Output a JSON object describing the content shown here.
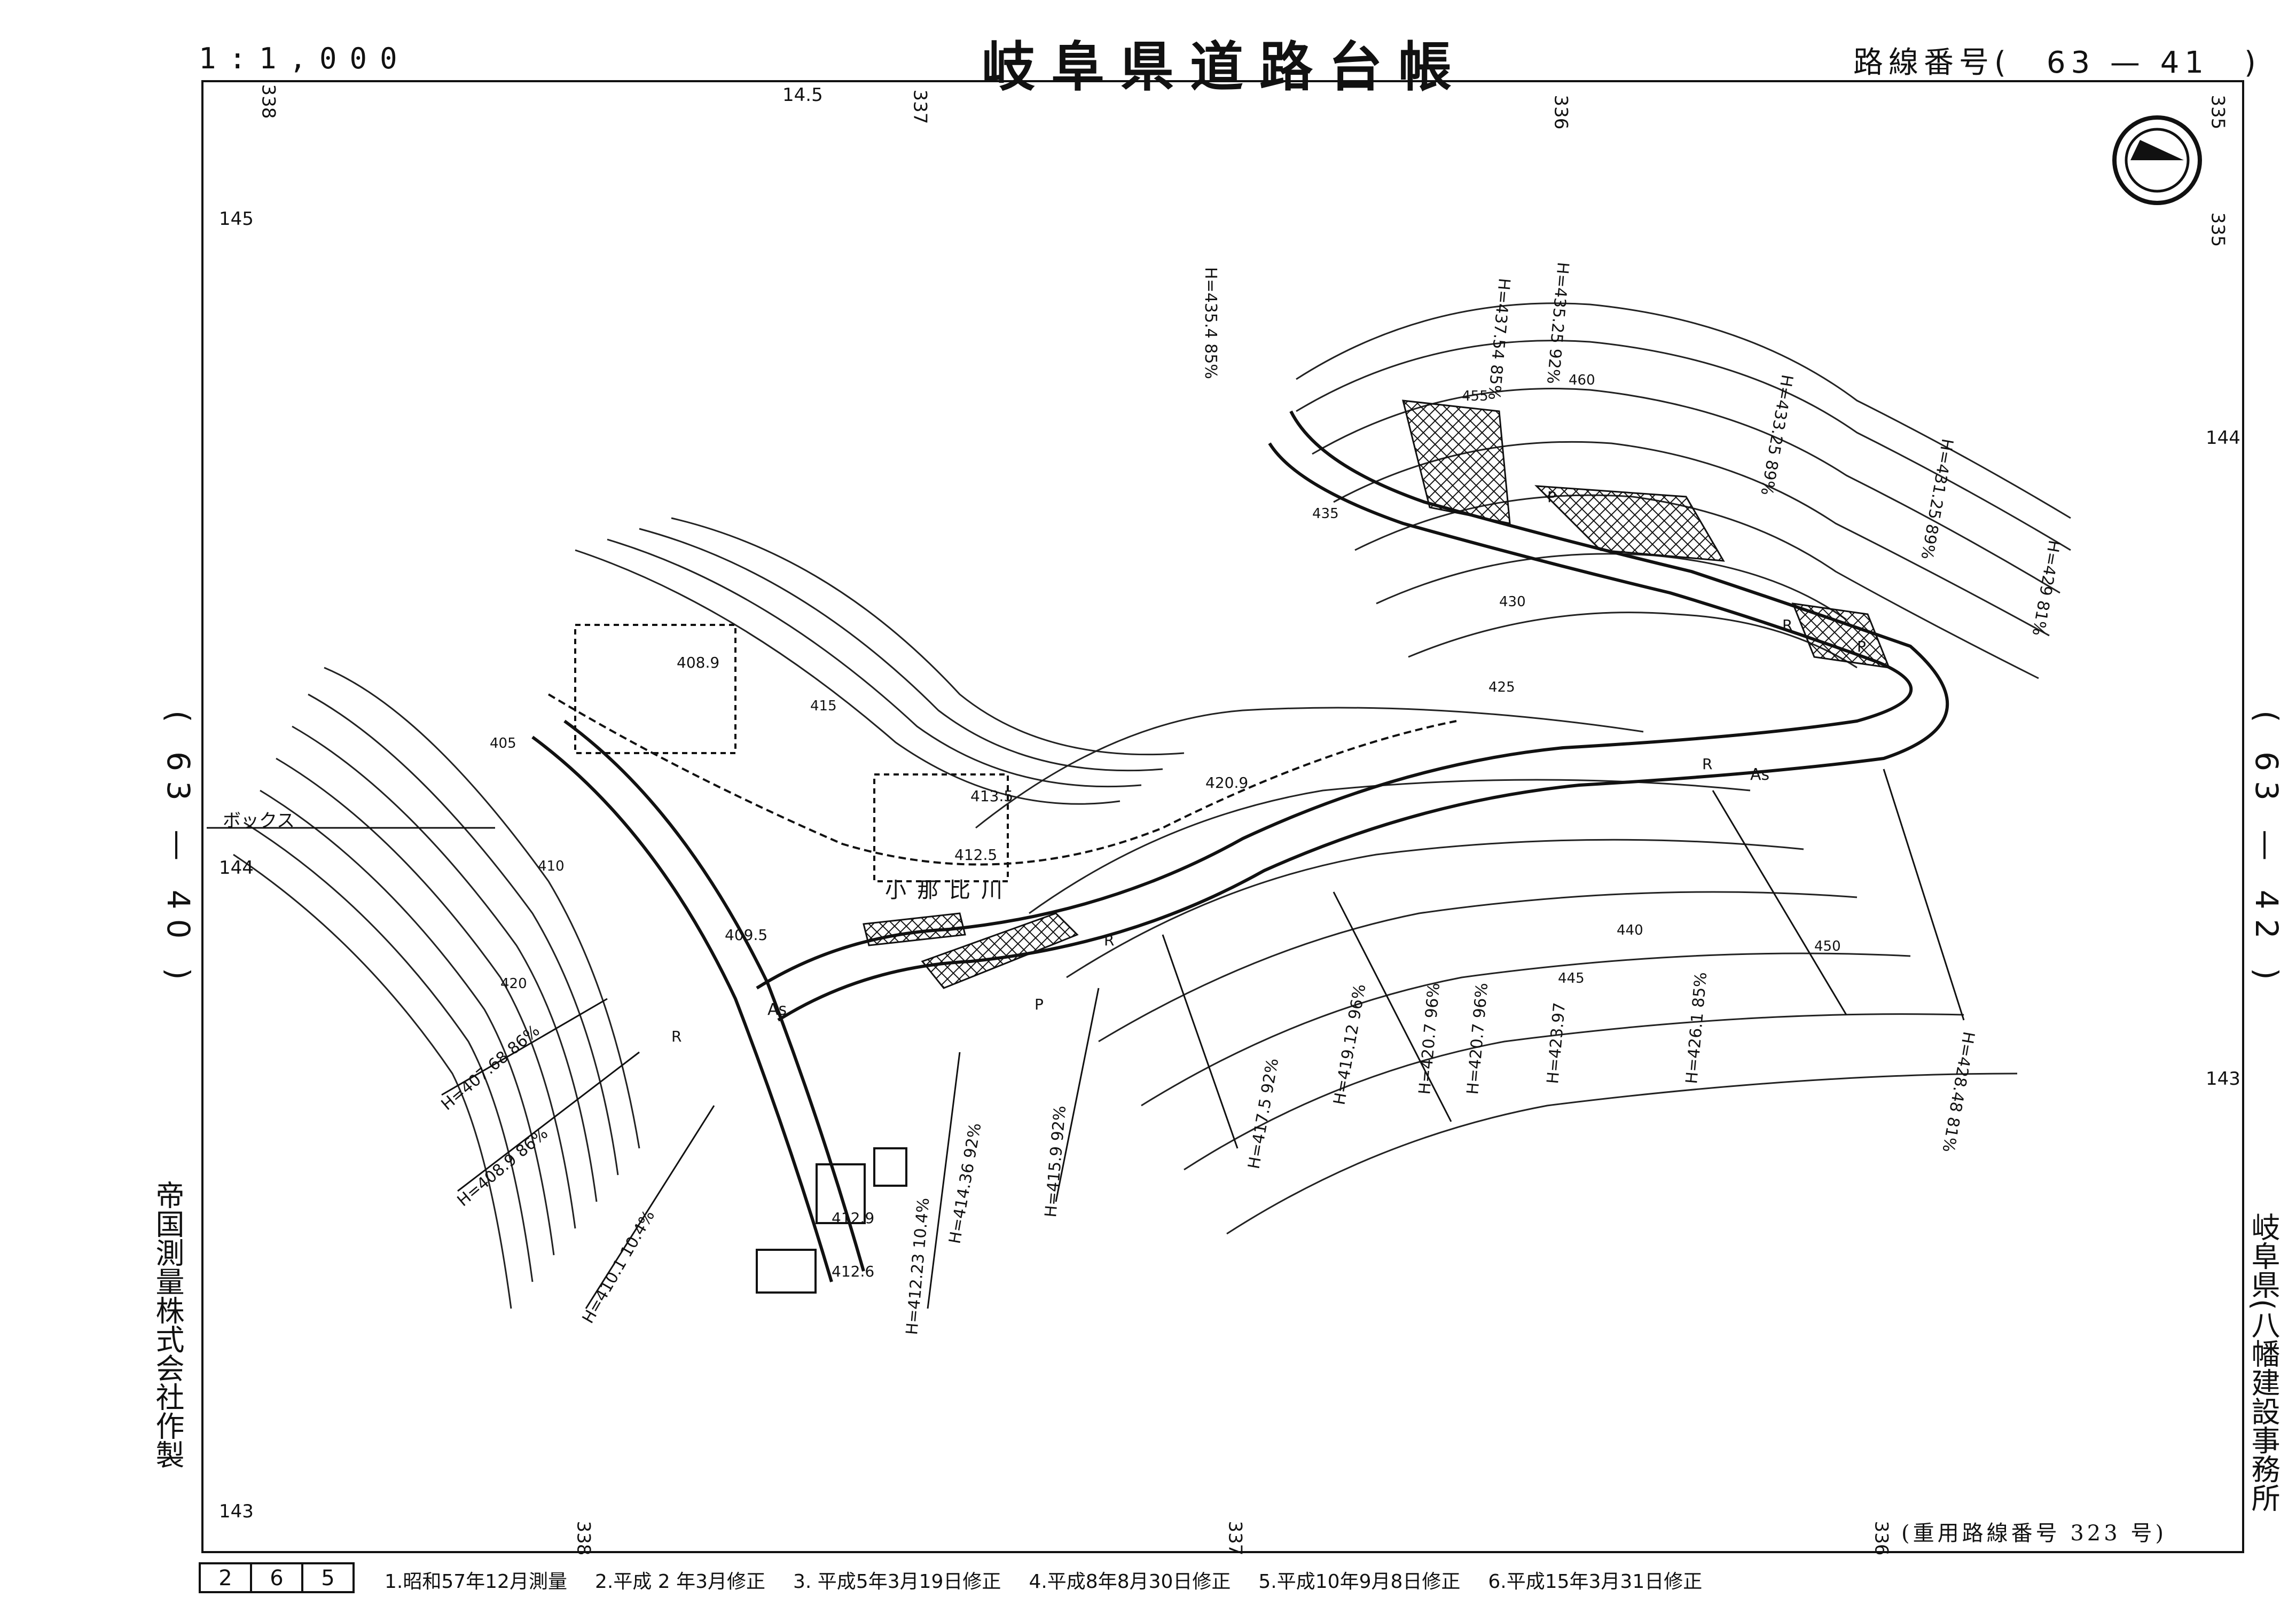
{
  "header": {
    "scale": "1:1,000",
    "title": "岐阜県道路台帳",
    "route_number": "路線番号(　63 — 41　)"
  },
  "adjacent_sheets": {
    "left": "( 63 — 40 )",
    "right": "( 63 — 42 )"
  },
  "side_text": {
    "maker": "帝国測量株式会社作製",
    "office": "岐阜県(八幡建設事務所"
  },
  "footer": {
    "heavy_route": "(重用路線番号 323 号)",
    "sheet_cells": [
      "2",
      "6",
      "5"
    ],
    "revisions": [
      "1.昭和57年12月測量",
      "2.平成 2 年3月修正",
      "3. 平成5年3月19日修正",
      "4.平成8年8月30日修正",
      "5.平成10年9月8日修正",
      "6.平成15年3月31日修正"
    ]
  },
  "grid_ticks": {
    "top": [
      "338",
      "14.5",
      "337",
      "336",
      "335"
    ],
    "bottom": [
      "338",
      "337",
      "336"
    ],
    "left": [
      "145",
      "144",
      "143"
    ],
    "right": [
      "335",
      "144",
      "143"
    ]
  },
  "map": {
    "river_label": "小那比川",
    "box_label": "ボックス",
    "spot_heights": [
      "408.9",
      "409.5",
      "413.5",
      "412.5",
      "420.9",
      "412.9",
      "412.6"
    ],
    "contour_labels": [
      "405",
      "410",
      "415",
      "420",
      "425",
      "430",
      "435",
      "440",
      "445",
      "450",
      "455",
      "460"
    ],
    "surface": [
      "As",
      "As"
    ],
    "slope_annotations": [
      "H=407.68 86%",
      "H=408.9 86%",
      "H=410.1 10.4%",
      "H=412.23 10.4%",
      "H=414.36 92%",
      "H=415.9 92%",
      "H=417.5 92%",
      "H=419.12 96%",
      "H=420.7 96%",
      "H=420.7 96%",
      "H=423.97",
      "H=426.1 85%",
      "H=428.48 81%",
      "H=429 81%",
      "H=431.25 89%",
      "H=433.25 89%",
      "H=435.25 92%",
      "H=437.54 85%",
      "H=435.4 85%"
    ],
    "road_marks": [
      "R",
      "P",
      "R",
      "P",
      "R",
      "R",
      "P"
    ]
  }
}
